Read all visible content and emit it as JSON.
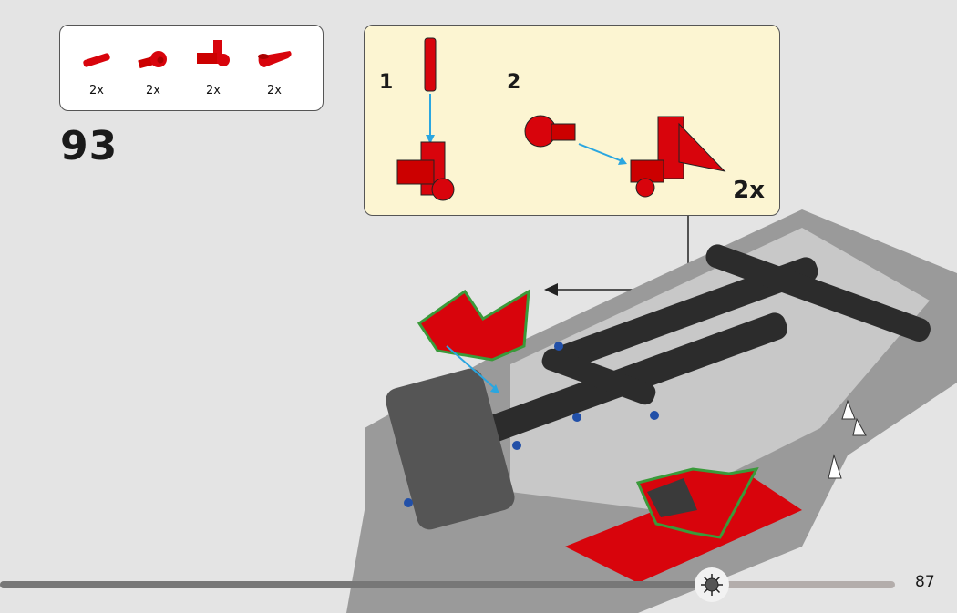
{
  "parts_list": {
    "items": [
      {
        "name": "axle-pin",
        "qty": "2x"
      },
      {
        "name": "axle-connector-angled",
        "qty": "2x"
      },
      {
        "name": "pin-connector-perpendicular",
        "qty": "2x"
      },
      {
        "name": "tooth-horn",
        "qty": "2x"
      }
    ]
  },
  "step_number": "93",
  "subassembly": {
    "steps": [
      "1",
      "2"
    ],
    "multiplier": "2x"
  },
  "colors": {
    "part_red": "#d8040c",
    "arrow_blue": "#2aa6e0",
    "highlight_green": "#3a9a3a",
    "callout_bg": "#fcf5d2"
  },
  "progress": {
    "fraction": 0.795
  },
  "page_number": "87"
}
